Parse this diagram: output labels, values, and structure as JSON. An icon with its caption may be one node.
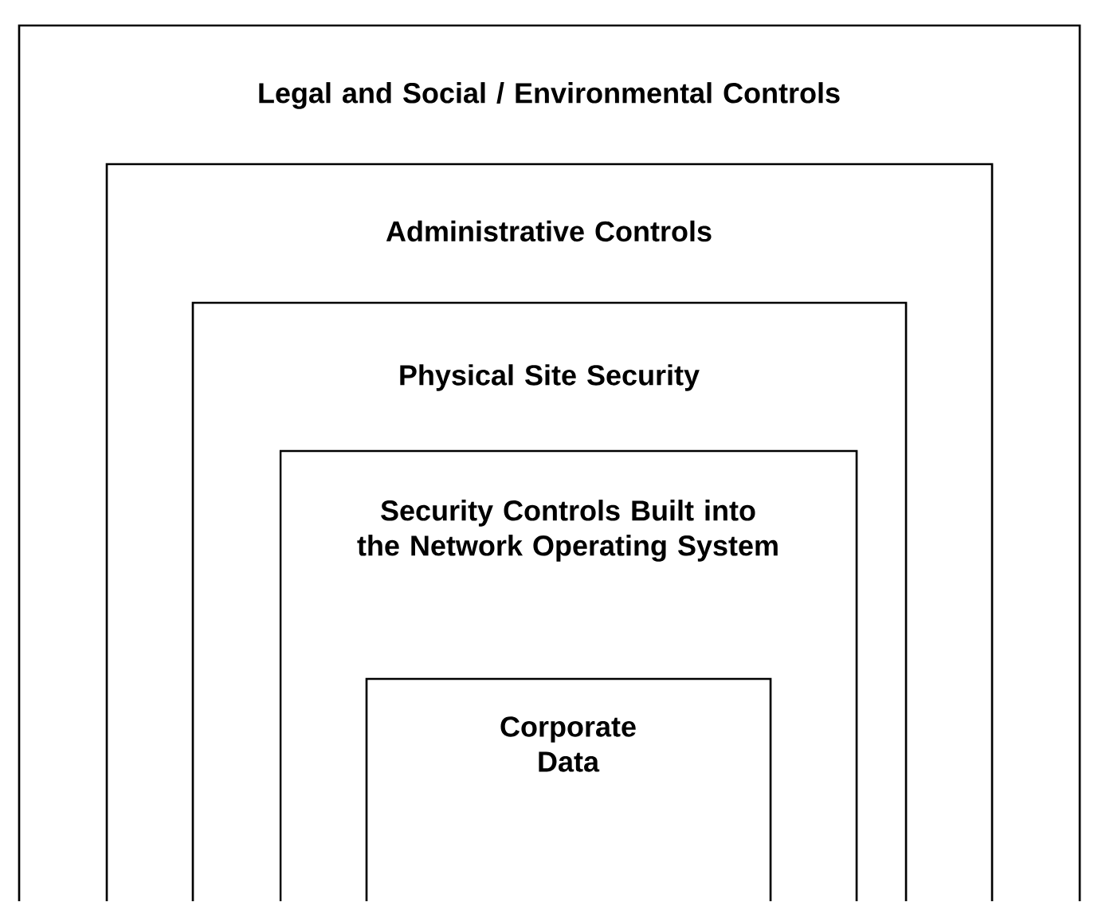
{
  "diagram": {
    "nodes": [
      {
        "text": [
          "Legal and Social / Environmental Controls"
        ]
      },
      {
        "text": [
          "Administrative Controls"
        ],
        "in": 0
      },
      {
        "text": [
          "Physical Site Security"
        ],
        "in": 1
      },
      {
        "text": [
          "Security Controls Built into the Network Operating System"
        ],
        "in": 2
      },
      {
        "text": [
          "Corporate Data"
        ],
        "in": 3
      }
    ]
  }
}
